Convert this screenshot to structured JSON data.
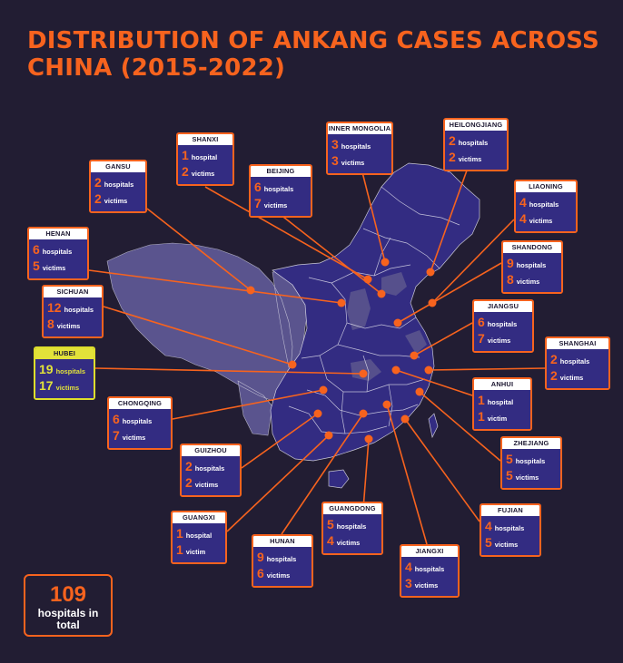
{
  "title": "DISTRIBUTION OF ANKANG CASES ACROSS CHINA (2015-2022)",
  "colors": {
    "background": "#221d33",
    "accent": "#f7631e",
    "highlight": "#e2e23a",
    "province_fill": "#332c82",
    "west_fill": "#5a548e"
  },
  "total": {
    "number": "109",
    "label": "hospitals in total"
  },
  "provinces": [
    {
      "name": "SHANXI",
      "hospitals_num": "1",
      "hospitals_word": "hospital",
      "victims_num": "2",
      "victims_word": "victims"
    },
    {
      "name": "INNER MONGOLIA",
      "hospitals_num": "3",
      "hospitals_word": "hospitals",
      "victims_num": "3",
      "victims_word": "victims"
    },
    {
      "name": "HEILONGJIANG",
      "hospitals_num": "2",
      "hospitals_word": "hospitals",
      "victims_num": "2",
      "victims_word": "victims"
    },
    {
      "name": "GANSU",
      "hospitals_num": "2",
      "hospitals_word": "hospitals",
      "victims_num": "2",
      "victims_word": "victims"
    },
    {
      "name": "BEIJING",
      "hospitals_num": "6",
      "hospitals_word": "hospitals",
      "victims_num": "7",
      "victims_word": "victims"
    },
    {
      "name": "LIAONING",
      "hospitals_num": "4",
      "hospitals_word": "hospitals",
      "victims_num": "4",
      "victims_word": "victims"
    },
    {
      "name": "HENAN",
      "hospitals_num": "6",
      "hospitals_word": "hospitals",
      "victims_num": "5",
      "victims_word": "victims"
    },
    {
      "name": "SHANDONG",
      "hospitals_num": "9",
      "hospitals_word": "hospitals",
      "victims_num": "8",
      "victims_word": "victims"
    },
    {
      "name": "SICHUAN",
      "hospitals_num": "12",
      "hospitals_word": "hospitals",
      "victims_num": "8",
      "victims_word": "victims"
    },
    {
      "name": "JIANGSU",
      "hospitals_num": "6",
      "hospitals_word": "hospitals",
      "victims_num": "7",
      "victims_word": "victims"
    },
    {
      "name": "HUBEI",
      "hospitals_num": "19",
      "hospitals_word": "hospitals",
      "victims_num": "17",
      "victims_word": "victims",
      "highlight": true
    },
    {
      "name": "SHANGHAI",
      "hospitals_num": "2",
      "hospitals_word": "hospitals",
      "victims_num": "2",
      "victims_word": "victims"
    },
    {
      "name": "ANHUI",
      "hospitals_num": "1",
      "hospitals_word": "hospital",
      "victims_num": "1",
      "victims_word": "victim"
    },
    {
      "name": "CHONGQING",
      "hospitals_num": "6",
      "hospitals_word": "hospitals",
      "victims_num": "7",
      "victims_word": "victims"
    },
    {
      "name": "ZHEJIANG",
      "hospitals_num": "5",
      "hospitals_word": "hospitals",
      "victims_num": "5",
      "victims_word": "victims"
    },
    {
      "name": "GUIZHOU",
      "hospitals_num": "2",
      "hospitals_word": "hospitals",
      "victims_num": "2",
      "victims_word": "victims"
    },
    {
      "name": "FUJIAN",
      "hospitals_num": "4",
      "hospitals_word": "hospitals",
      "victims_num": "5",
      "victims_word": "victims"
    },
    {
      "name": "GUANGXI",
      "hospitals_num": "1",
      "hospitals_word": "hospital",
      "victims_num": "1",
      "victims_word": "victim"
    },
    {
      "name": "GUANGDONG",
      "hospitals_num": "5",
      "hospitals_word": "hospitals",
      "victims_num": "4",
      "victims_word": "victims"
    },
    {
      "name": "HUNAN",
      "hospitals_num": "9",
      "hospitals_word": "hospitals",
      "victims_num": "6",
      "victims_word": "victims"
    },
    {
      "name": "JIANGXI",
      "hospitals_num": "4",
      "hospitals_word": "hospitals",
      "victims_num": "3",
      "victims_word": "victims"
    }
  ]
}
